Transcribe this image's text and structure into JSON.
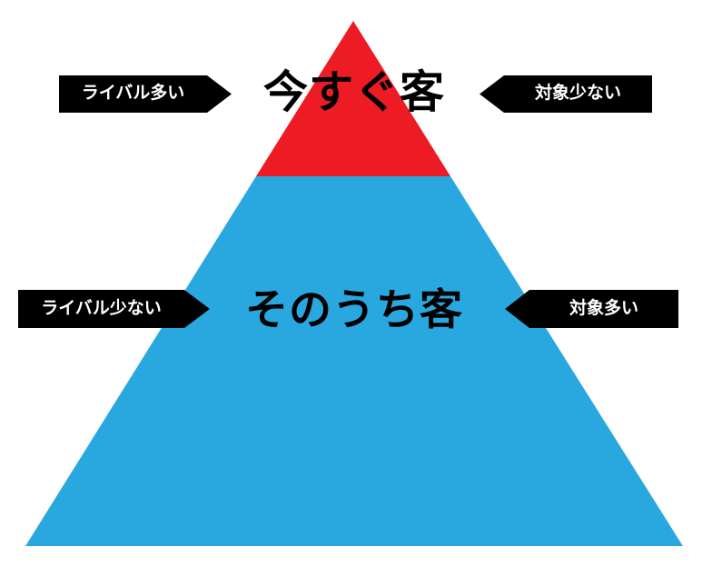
{
  "pyramid": {
    "colors": {
      "top_tier": "#ED1C24",
      "bottom_tier": "#29A8E0",
      "arrow_fill": "#000000",
      "arrow_text": "#FFFFFF",
      "title_text": "#000000"
    },
    "tiers": [
      {
        "label": "今すぐ客",
        "color": "#ED1C24",
        "left_note": "ライバル多い",
        "right_note": "対象少ない"
      },
      {
        "label": "そのうち客",
        "color": "#29A8E0",
        "left_note": "ライバル少ない",
        "right_note": "対象多い"
      }
    ]
  }
}
